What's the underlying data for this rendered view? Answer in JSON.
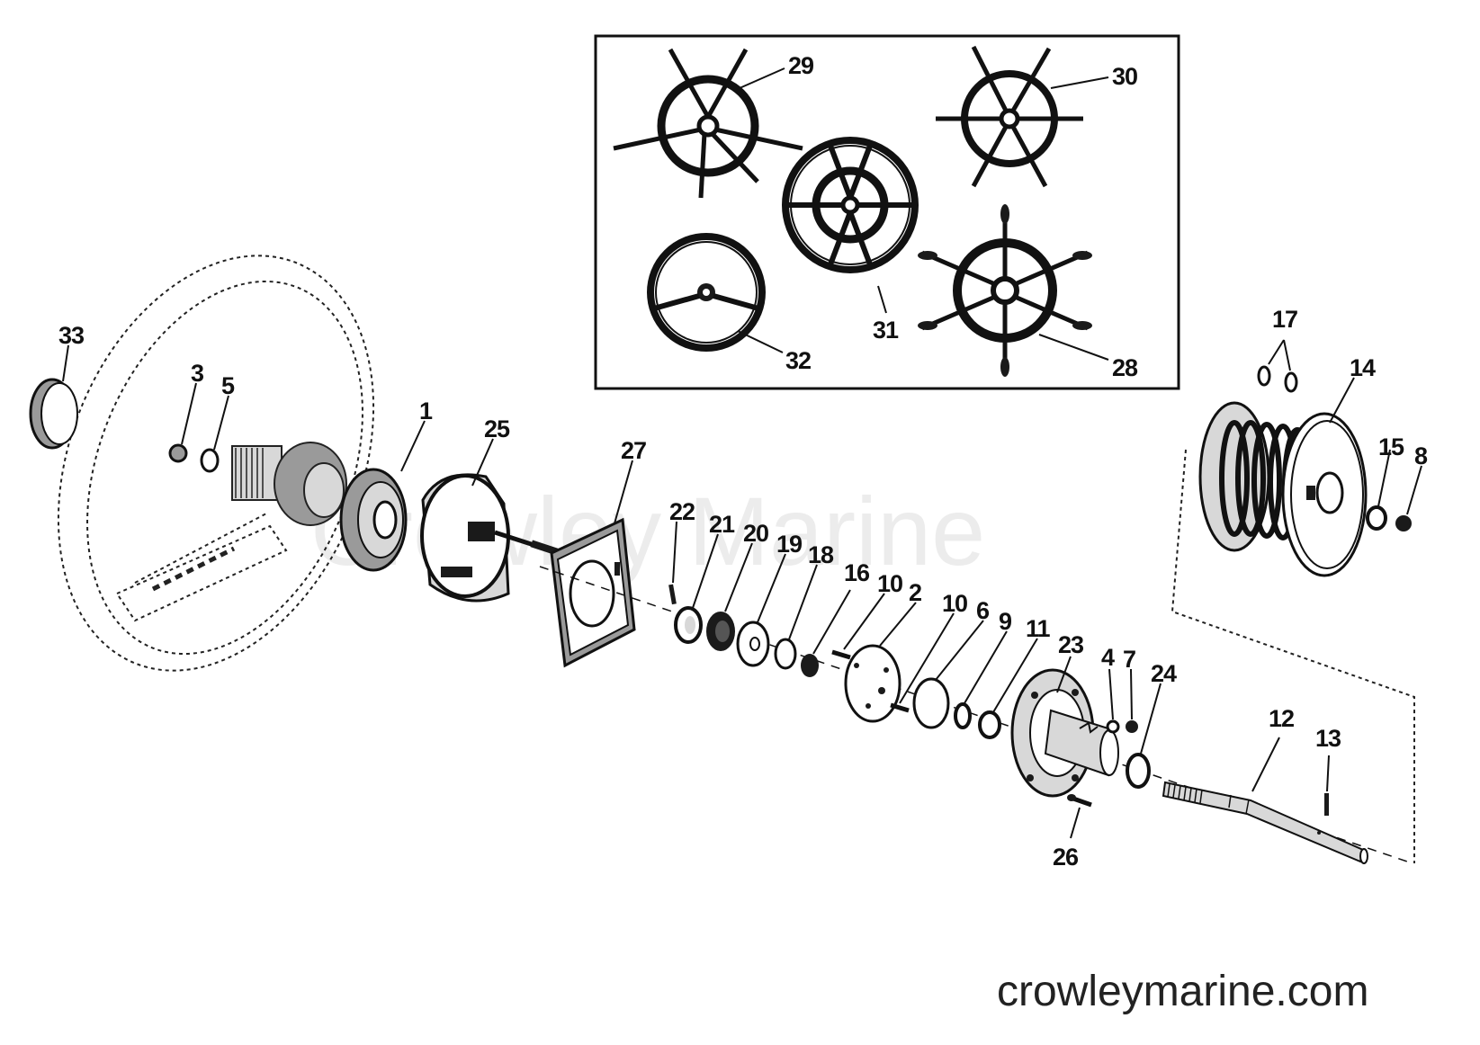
{
  "watermark": "Crowley Marine",
  "site_url": "crowleymarine.com",
  "inset_callouts": [
    "29",
    "30",
    "31",
    "32",
    "28"
  ],
  "part_callouts": [
    "33",
    "3",
    "5",
    "1",
    "25",
    "27",
    "22",
    "21",
    "20",
    "19",
    "18",
    "16",
    "10",
    "2",
    "10",
    "6",
    "9",
    "11",
    "23",
    "4",
    "7",
    "24",
    "12",
    "13",
    "26",
    "17",
    "14",
    "15",
    "8"
  ],
  "colors": {
    "ink": "#111111",
    "background": "#ffffff",
    "watermark": "#ececec"
  }
}
